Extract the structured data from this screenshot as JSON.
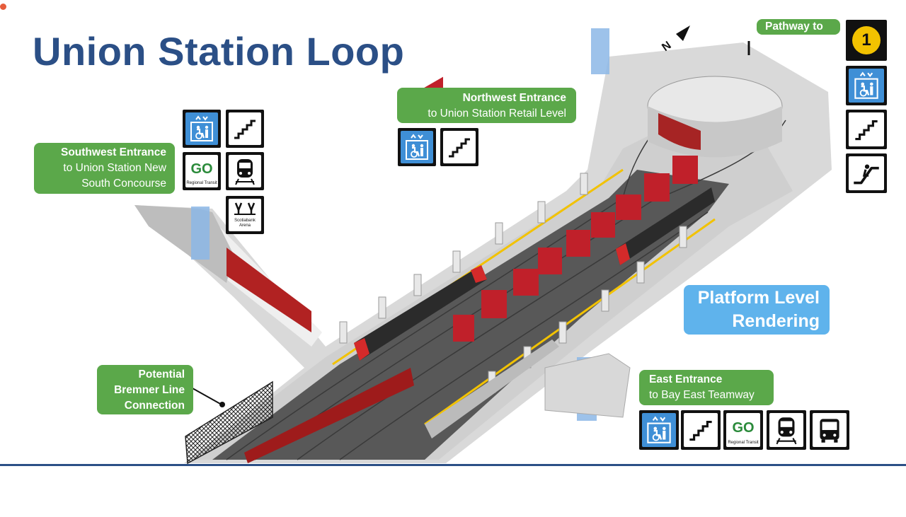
{
  "title": "Union Station Loop",
  "labels": {
    "northwest": {
      "line1": "Northwest Entrance",
      "line2": "to Union Station Retail Level"
    },
    "southwest": {
      "line1": "Southwest Entrance",
      "line2": "to Union Station New",
      "line3": "South Concourse"
    },
    "pathway": {
      "text": "Pathway to"
    },
    "pathway_line_number": "1",
    "east": {
      "line1": "East Entrance",
      "line2": "to Bay East Teamway"
    },
    "bremner": {
      "line1": "Potential",
      "line2": "Bremner Line",
      "line3": "Connection"
    },
    "platform": {
      "line1": "Platform Level",
      "line2": "Rendering"
    }
  },
  "icon_text": {
    "go_logo": "GO",
    "go_caption": "Regional Transit",
    "arena_caption": "Scotiabank Arena"
  },
  "icons": {
    "southwest": [
      "elevator-icon",
      "stairs-icon",
      "go-transit-icon",
      "train-icon",
      "scotiabank-arena-icon"
    ],
    "northwest": [
      "elevator-icon",
      "stairs-icon"
    ],
    "pathway": [
      "line-1-icon",
      "elevator-icon",
      "stairs-icon",
      "escalator-icon"
    ],
    "east": [
      "elevator-icon",
      "stairs-icon",
      "go-transit-icon",
      "train-icon",
      "bus-icon"
    ]
  },
  "colors": {
    "title": "#2b4f86",
    "green_label": "#5ba84a",
    "blue_label": "#5fb3ec",
    "accessible_blue": "#3f8fd6",
    "subway_yellow": "#f2c200",
    "platform_red": "#c0202a",
    "streetcar_red": "#d42a2a"
  }
}
